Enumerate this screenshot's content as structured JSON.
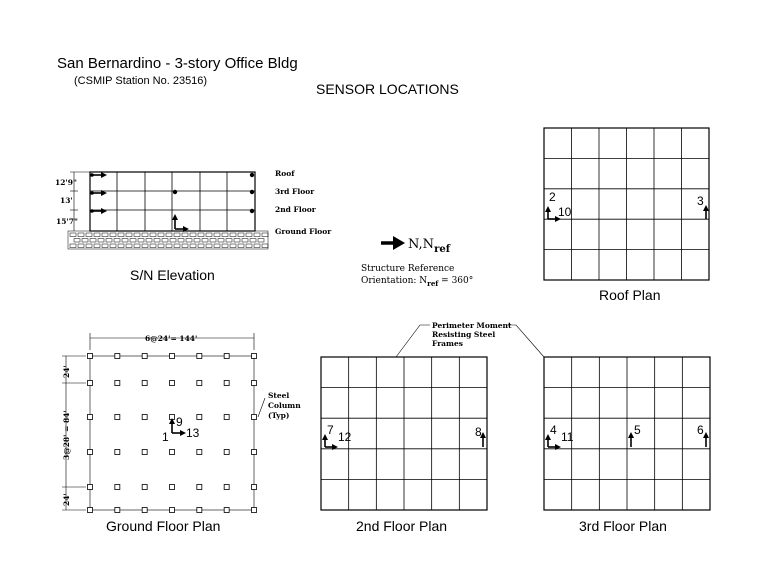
{
  "title": "San Bernardino - 3-story Office Bldg",
  "station": "(CSMIP Station No. 23516)",
  "heading": "SENSOR LOCATIONS",
  "elevation": {
    "caption": "S/N Elevation",
    "floors": [
      "Roof",
      "3rd Floor",
      "2nd Floor",
      "Ground Floor"
    ],
    "heights": [
      "12'9\"",
      "13'",
      "15'7\""
    ]
  },
  "reference": {
    "arrow_label": "N,N",
    "arrow_sub": "ref",
    "line1": "Structure Reference",
    "line2_prefix": "Orientation: N",
    "line2_sub": "ref",
    "line2_suffix": " = 360°"
  },
  "plans": {
    "roof": {
      "caption": "Roof Plan",
      "sensors": [
        "2",
        "10",
        "3"
      ]
    },
    "ground": {
      "caption": "Ground Floor Plan",
      "sensors": [
        "9",
        "1",
        "13"
      ],
      "dim_top": "6@24'= 144'",
      "dim_left": [
        "24'",
        "3@28' = 84'",
        "24'"
      ],
      "column_note": [
        "Steel",
        "Column",
        "(Typ)"
      ]
    },
    "second": {
      "caption": "2nd Floor Plan",
      "sensors": [
        "7",
        "12",
        "8"
      ]
    },
    "third": {
      "caption": "3rd Floor Plan",
      "sensors": [
        "4",
        "11",
        "5",
        "6"
      ]
    }
  },
  "frames_note": [
    "Perimeter Moment",
    "Resisting Steel",
    "Frames"
  ]
}
